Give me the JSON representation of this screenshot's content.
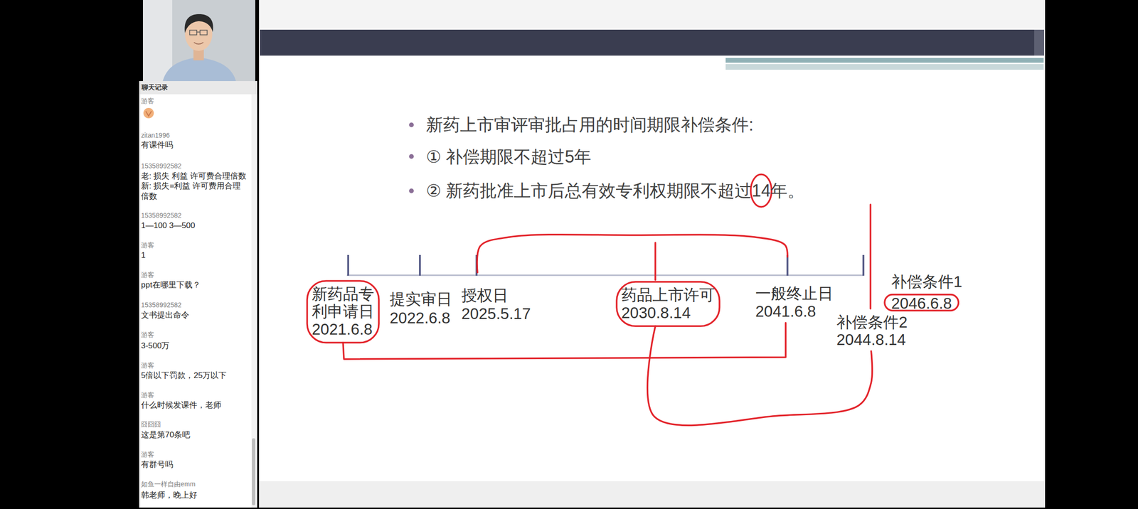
{
  "diagram": {
    "labels": [
      "聊天记录",
      "游客",
      "zitan1996",
      "有课件吗",
      "15358992582",
      "老: 损失 利益 许可费合理倍数 新: 损失=利益 许可费用合理倍数",
      "15358992582",
      "1—100 3—500",
      "游客",
      "1",
      "游客",
      "ppt在哪里下载？",
      "15358992582",
      "文书提出命令",
      "游客",
      "3-500万",
      "游客",
      "5倍以下罚款，25万以下",
      "游客",
      "什么时候发课件，老师",
      "囧囧囧",
      "这是第70条吧",
      "游客",
      "有群号吗",
      "如鱼一样自由emm",
      "韩老师，晚上好",
      "新药上市审评审批占用的时间期限补偿条件:",
      "① 补偿期限不超过5年",
      "② 新药批准上市后总有效专利权期限不超过14年。",
      "新药品专利申请日",
      "2021.6.8",
      "提实审日",
      "2022.6.8",
      "授权日",
      "2025.5.17",
      "药品上市许可",
      "2030.8.14",
      "一般终止日",
      "2041.6.8",
      "补偿条件1",
      "2046.6.8",
      "补偿条件2",
      "2044.8.14"
    ]
  }
}
